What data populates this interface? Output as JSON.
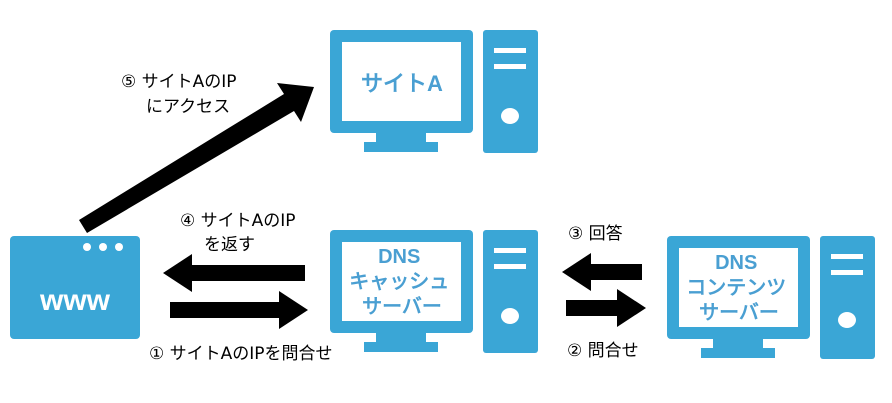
{
  "nodes": {
    "site_a": {
      "label_lines": [
        "サイトA"
      ]
    },
    "browser": {
      "label": "www"
    },
    "dns_cache": {
      "label_lines": [
        "DNS",
        "キャッシュ",
        "サーバー"
      ]
    },
    "dns_content": {
      "label_lines": [
        "DNS",
        "コンテンツ",
        "サーバー"
      ]
    }
  },
  "steps": {
    "s1": {
      "lines": [
        "① サイトAのIPを問合せ"
      ]
    },
    "s2": {
      "lines": [
        "② 問合せ"
      ]
    },
    "s3": {
      "lines": [
        "③ 回答"
      ]
    },
    "s4": {
      "lines": [
        "④ サイトAのIP",
        "を返す"
      ]
    },
    "s5": {
      "lines": [
        "⑤ サイトAのIP",
        "にアクセス"
      ]
    }
  },
  "colors": {
    "device_blue": "#3aa6d6",
    "screen_white": "#ffffff",
    "label_blue": "#4a9fd2",
    "arrow_black": "#000000"
  }
}
